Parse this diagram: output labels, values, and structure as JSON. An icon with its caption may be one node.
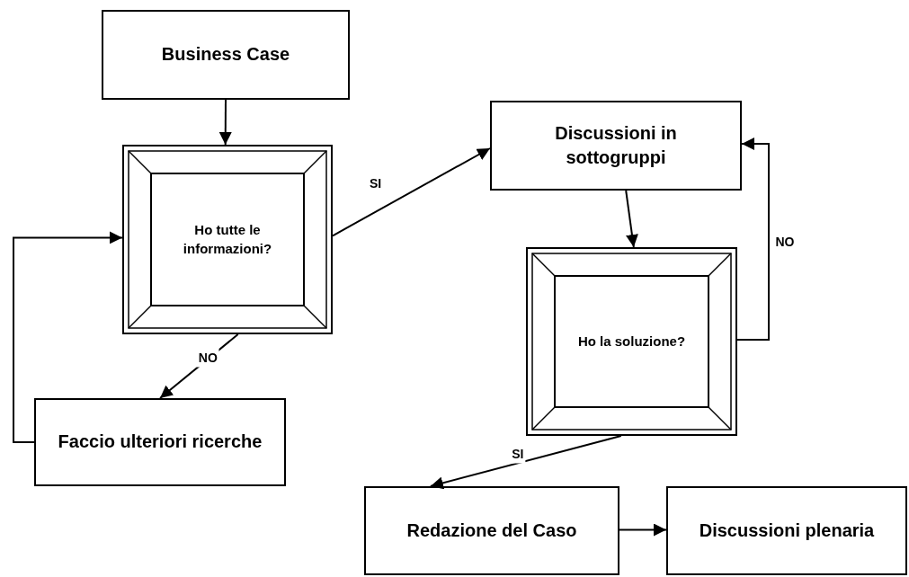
{
  "diagram": {
    "nodes": [
      {
        "text": [
          "Business Case"
        ]
      },
      {
        "text": [
          "Ho tutte le informazioni?"
        ]
      },
      {
        "text": [
          "Discussioni in sottogruppi"
        ]
      },
      {
        "text": [
          "Ho la soluzione?"
        ]
      },
      {
        "text": [
          "Faccio ulteriori ricerche"
        ]
      },
      {
        "text": [
          "Redazione del Caso"
        ]
      },
      {
        "text": [
          "Discussioni plenaria"
        ]
      }
    ],
    "edges": [
      {
        "from": 0,
        "to": 1,
        "arrow": "to"
      },
      {
        "from": 1,
        "to": 2,
        "arrow": "to",
        "label": "SI"
      },
      {
        "from": 1,
        "to": 4,
        "arrow": "to",
        "label": "NO"
      },
      {
        "from": 4,
        "to": 1,
        "arrow": "to"
      },
      {
        "from": 2,
        "to": 3,
        "arrow": "to"
      },
      {
        "from": 3,
        "to": 2,
        "arrow": "to",
        "label": "NO"
      },
      {
        "from": 3,
        "to": 5,
        "arrow": "to",
        "label": "SI"
      },
      {
        "from": 5,
        "to": 6,
        "arrow": "to"
      }
    ]
  }
}
